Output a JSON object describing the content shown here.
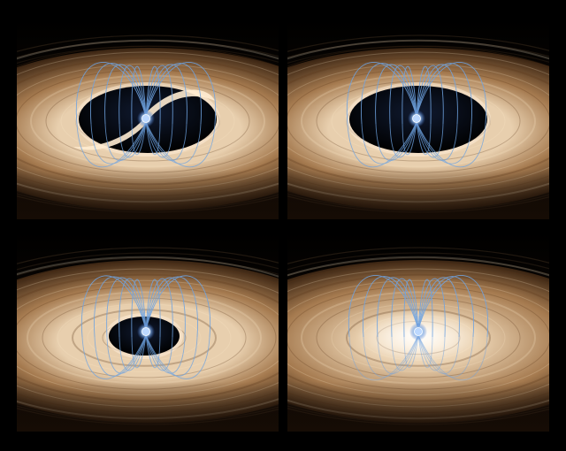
{
  "background_color": "#000000",
  "disk_colors": {
    "outer": "#3a2412",
    "mid": "#a57a4f",
    "bright": "#e8cfae",
    "hot": "#fff4e4"
  },
  "field_line_color": "#6fa3e0",
  "star_color": "#9cc4f0",
  "panels": [
    {
      "id": "panel-1",
      "inner_hole": "large",
      "accretion_stream": true,
      "magnetosphere": "open"
    },
    {
      "id": "panel-2",
      "inner_hole": "large",
      "accretion_stream": false,
      "magnetosphere": "open"
    },
    {
      "id": "panel-3",
      "inner_hole": "small",
      "accretion_stream": false,
      "magnetosphere": "compressed"
    },
    {
      "id": "panel-4",
      "inner_hole": "none",
      "accretion_stream": false,
      "magnetosphere": "buried"
    }
  ]
}
